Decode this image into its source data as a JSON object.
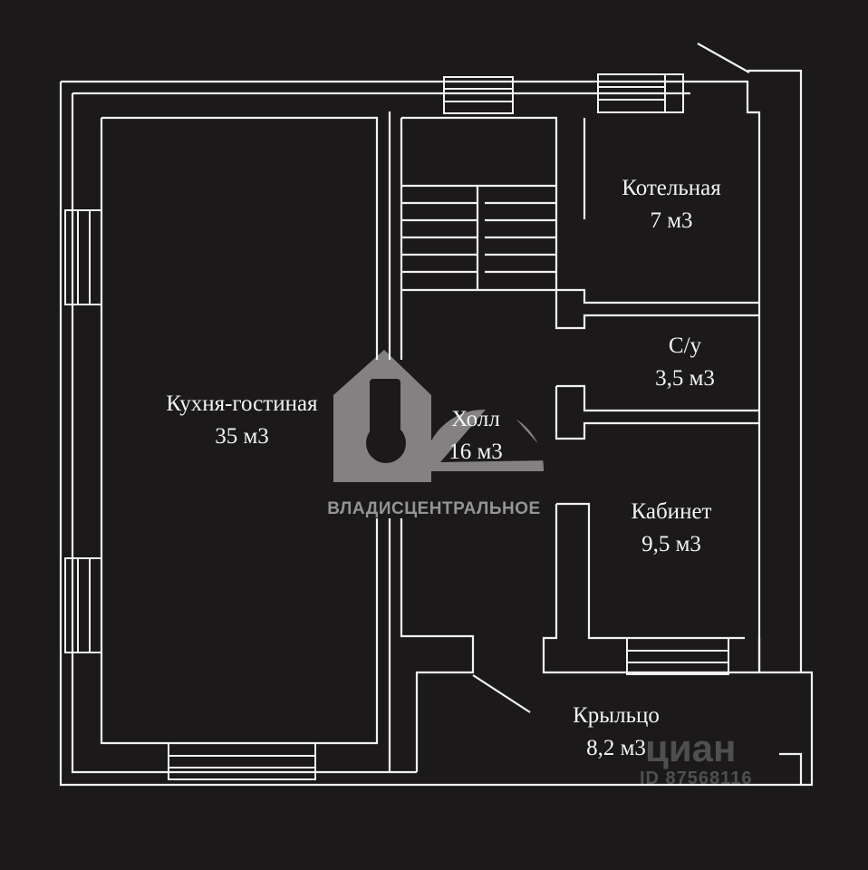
{
  "rooms": {
    "kitchen": {
      "name": "Кухня-гостиная",
      "area": "35 м3"
    },
    "boiler": {
      "name": "Котельная",
      "area": "7 м3"
    },
    "wc": {
      "name": "С/у",
      "area": "3,5 м3"
    },
    "hall": {
      "name": "Холл",
      "area": "16 м3"
    },
    "office": {
      "name": "Кабинет",
      "area": "9,5 м3"
    },
    "porch": {
      "name": "Крыльцо",
      "area": "8,2 м3"
    }
  },
  "watermark": {
    "agency": "ВЛАДИСЦЕНТРАЛЬНОЕ",
    "logo_color": "#8f8d8e",
    "site": "циан",
    "listing_id": "ID 87568116"
  },
  "colors": {
    "background": "#1b191a",
    "lines": "#f2f2f2"
  }
}
